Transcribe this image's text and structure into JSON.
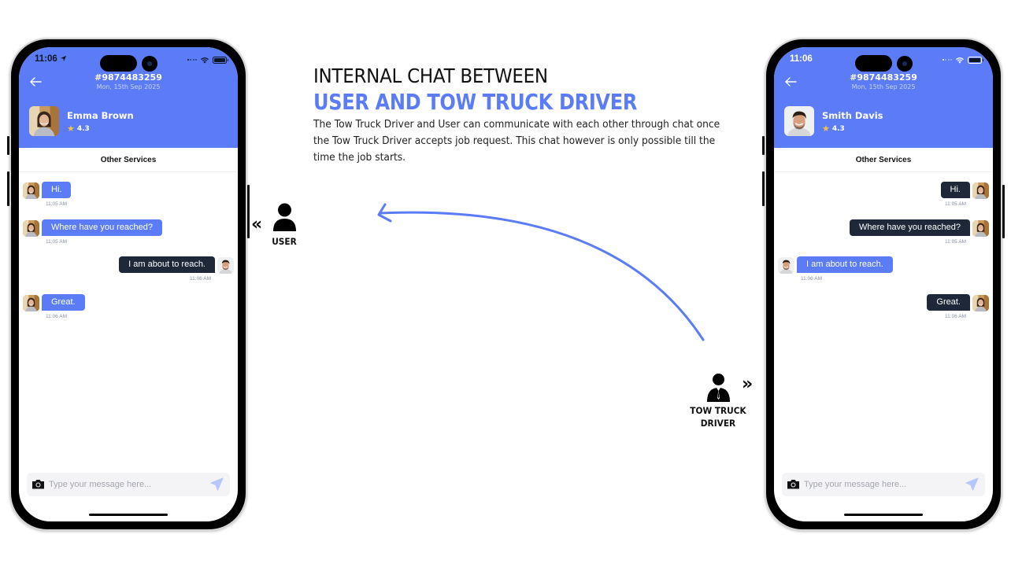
{
  "headline": {
    "line1": "INTERNAL CHAT BETWEEN",
    "line2": "USER AND TOW TRUCK DRIVER",
    "description": "The Tow Truck Driver and User can communicate with each other through chat once the Tow Truck Driver accepts job request. This chat however is only possible till the time the job starts."
  },
  "roles": {
    "user_label": "USER",
    "driver_label_line1": "TOW TRUCK",
    "driver_label_line2": "DRIVER",
    "user_chevron": "«",
    "driver_chevron": "»"
  },
  "colors": {
    "brand_blue": "#5b7cf6",
    "dark_bubble": "#1e2838",
    "star": "#f6c23e"
  },
  "phones": [
    {
      "role": "user-app",
      "status_time": "11:06",
      "status_location_icon": "location-arrow-icon",
      "order_id": "#9874483259",
      "order_date": "Mon, 15th Sep 2025",
      "contact_name": "Emma Brown",
      "contact_rating": "4.3",
      "section_title": "Other Services",
      "messages": [
        {
          "text": "Hi.",
          "time": "11:05 AM",
          "side": "incoming",
          "sender": "Emma Brown"
        },
        {
          "text": "Where have you reached?",
          "time": "11:05 AM",
          "side": "incoming",
          "sender": "Emma Brown"
        },
        {
          "text": "I am about to reach.",
          "time": "11:06 AM",
          "side": "outgoing",
          "sender": "Smith Davis"
        },
        {
          "text": "Great.",
          "time": "11:06 AM",
          "side": "incoming",
          "sender": "Emma Brown"
        }
      ],
      "composer_placeholder": "Type your message here..."
    },
    {
      "role": "driver-app",
      "status_time": "11:06",
      "order_id": "#9874483259",
      "order_date": "Mon, 15th Sep 2025",
      "contact_name": "Smith Davis",
      "contact_rating": "4.3",
      "section_title": "Other Services",
      "messages": [
        {
          "text": "Hi.",
          "time": "11:05 AM",
          "side": "outgoing",
          "sender": "Emma Brown"
        },
        {
          "text": "Where have you reached?",
          "time": "11:05 AM",
          "side": "outgoing",
          "sender": "Emma Brown"
        },
        {
          "text": "I am about to reach.",
          "time": "11:06 AM",
          "side": "incoming",
          "sender": "Smith Davis"
        },
        {
          "text": "Great.",
          "time": "11:06 AM",
          "side": "outgoing",
          "sender": "Emma Brown"
        }
      ],
      "composer_placeholder": "Type your message here..."
    }
  ]
}
